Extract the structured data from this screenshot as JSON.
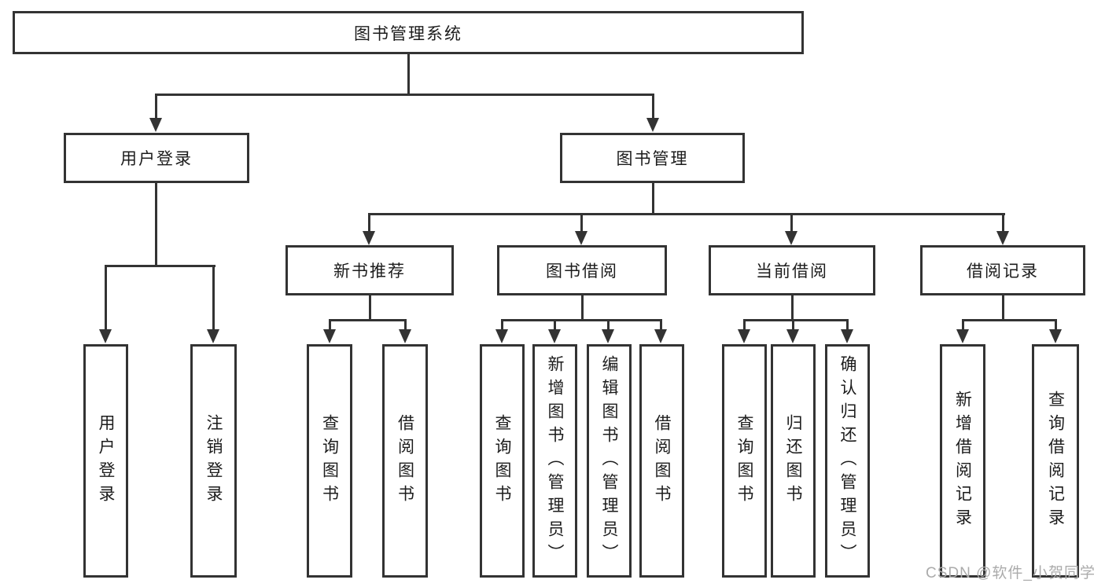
{
  "diagram": {
    "root": "图书管理系统",
    "level2": [
      "用户登录",
      "图书管理"
    ],
    "groups": [
      {
        "parent": "用户登录",
        "leaves": [
          "用户登录",
          "注销登录"
        ]
      },
      {
        "parent": "新书推荐",
        "leaves": [
          "查询图书",
          "借阅图书"
        ]
      },
      {
        "parent": "图书借阅",
        "leaves": [
          "查询图书",
          "新增图书（管理员）",
          "编辑图书（管理员）",
          "借阅图书"
        ]
      },
      {
        "parent": "当前借阅",
        "leaves": [
          "查询图书",
          "归还图书",
          "确认归还（管理员）"
        ]
      },
      {
        "parent": "借阅记录",
        "leaves": [
          "新增借阅记录",
          "查询借阅记录"
        ]
      }
    ]
  },
  "colors": {
    "line": "#333333",
    "background": "#ffffff",
    "watermark": "#ababab"
  },
  "watermark": "CSDN @软件_小贺同学"
}
